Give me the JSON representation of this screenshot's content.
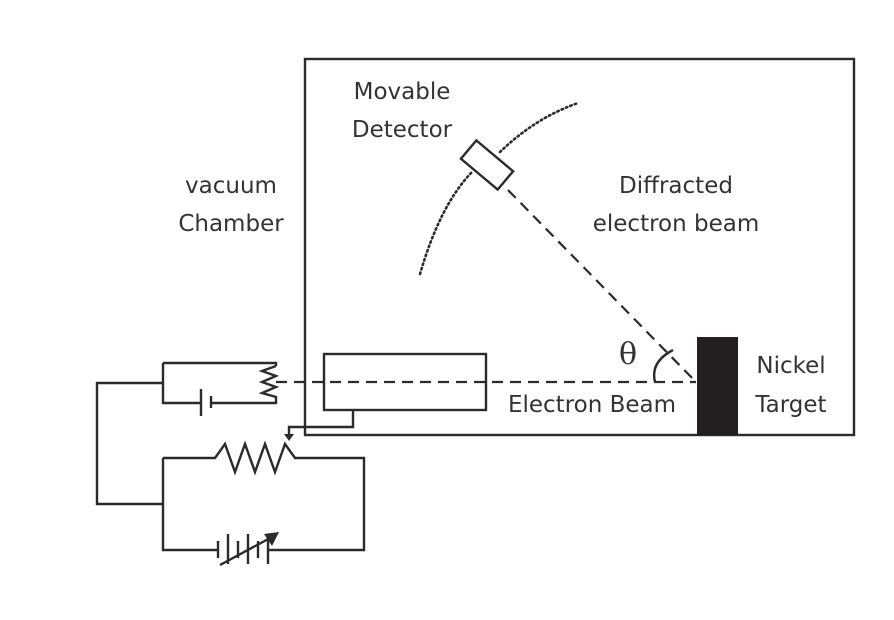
{
  "diagram": {
    "title": "Davisson-Germer experiment setup",
    "labels": {
      "vacuum_chamber": [
        "vacuum",
        "Chamber"
      ],
      "movable_detector": [
        "Movable",
        "Detector"
      ],
      "diffracted_beam": [
        "Diffracted",
        "electron beam"
      ],
      "electron_beam": "Electron Beam",
      "nickel_target": [
        "Nickel",
        "Target"
      ],
      "angle_symbol": "θ"
    },
    "colors": {
      "line": "#2b2b2b",
      "text": "#333333",
      "target_fill": "#231f20",
      "background": "#ffffff"
    },
    "components": [
      "vacuum-chamber",
      "electron-gun-filament-circuit",
      "accelerating-anode-cylinder",
      "rheostat",
      "variable-battery",
      "nickel-target",
      "movable-detector",
      "detector-arc-path"
    ]
  }
}
